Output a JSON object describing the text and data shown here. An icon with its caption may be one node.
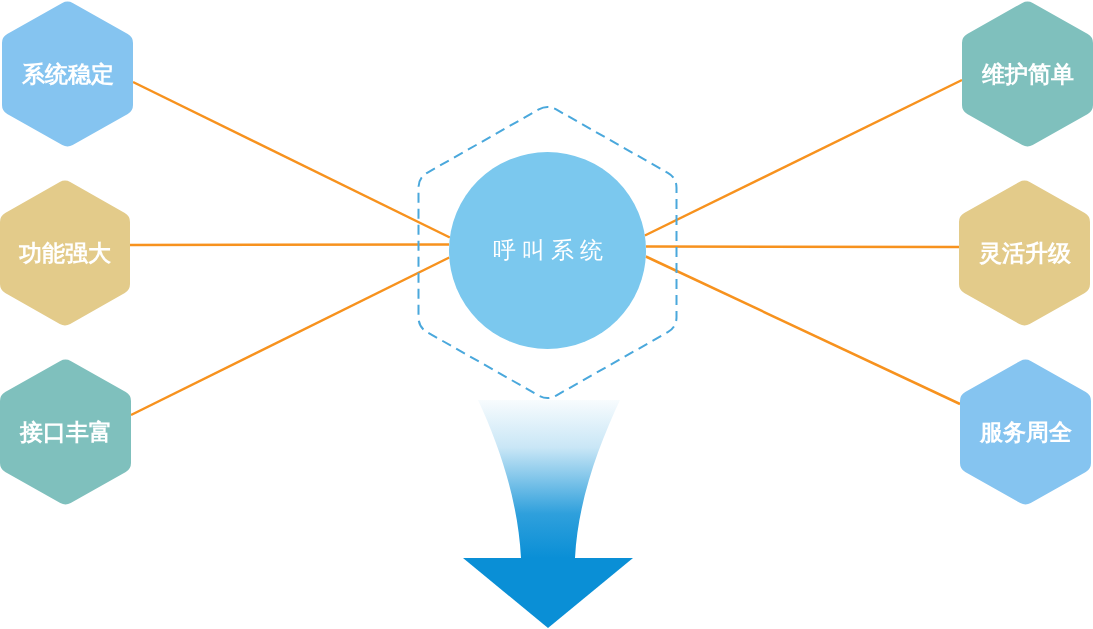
{
  "diagram": {
    "nodes": [
      {
        "text": [
          "系统稳定"
        ]
      },
      {
        "text": [
          "功能强大"
        ]
      },
      {
        "text": [
          "接口丰富"
        ]
      },
      {
        "text": [],
        "shape": "hexagon"
      },
      {
        "text": [
          "呼叫系统"
        ],
        "in": 3
      },
      {
        "text": [
          "维护简单"
        ]
      },
      {
        "text": [
          "灵活升级"
        ]
      },
      {
        "text": [
          "服务周全"
        ]
      }
    ],
    "edges": [
      {
        "from": 4,
        "to": 0,
        "arrow": "none"
      },
      {
        "from": 4,
        "to": 1,
        "arrow": "none"
      },
      {
        "from": 4,
        "to": 2,
        "arrow": "none"
      },
      {
        "from": 4,
        "to": 5,
        "arrow": "none"
      },
      {
        "from": 4,
        "to": 6,
        "arrow": "none"
      },
      {
        "from": 4,
        "to": 7,
        "arrow": "none"
      }
    ]
  }
}
